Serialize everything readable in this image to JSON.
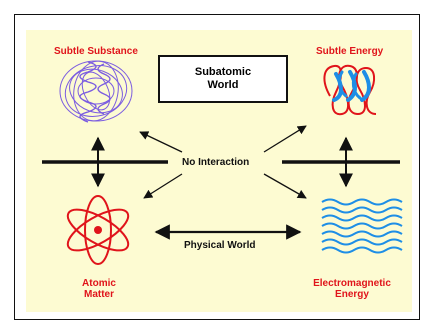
{
  "diagram": {
    "subtle_substance": "Subtle  Substance",
    "subtle_energy": "Subtle Energy",
    "subatomic_line1": "Subatomic",
    "subatomic_line2": "World",
    "no_interaction": "No Interaction",
    "physical_world": "Physical World",
    "atomic_line1": "Atomic",
    "atomic_line2": "Matter",
    "em_line1": "Electromagnetic",
    "em_line2": "Energy"
  },
  "colors": {
    "panel": "#fdfbd2",
    "accent_red": "#e0141b",
    "substance_purple": "#7b5ce0",
    "energy_blue": "#1e8ee6"
  }
}
